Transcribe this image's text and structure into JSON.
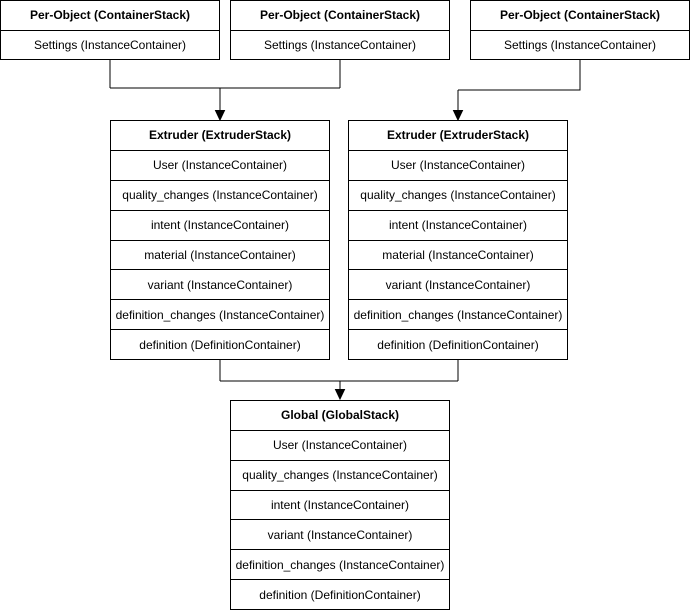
{
  "colors": {
    "background": "#ffffff",
    "box_border": "#000000",
    "connector_line": "#000000",
    "text": "#000000"
  },
  "nodes": [
    {
      "id": "per-object-1",
      "title": "Per-Object (ContainerStack)",
      "rows": [
        "Settings (InstanceContainer)"
      ]
    },
    {
      "id": "per-object-2",
      "title": "Per-Object (ContainerStack)",
      "rows": [
        "Settings (InstanceContainer)"
      ]
    },
    {
      "id": "per-object-3",
      "title": "Per-Object (ContainerStack)",
      "rows": [
        "Settings (InstanceContainer)"
      ]
    },
    {
      "id": "extruder-1",
      "title": "Extruder (ExtruderStack)",
      "rows": [
        "User (InstanceContainer)",
        "quality_changes (InstanceContainer)",
        "intent (InstanceContainer)",
        "material (InstanceContainer)",
        "variant (InstanceContainer)",
        "definition_changes (InstanceContainer)",
        "definition (DefinitionContainer)"
      ]
    },
    {
      "id": "extruder-2",
      "title": "Extruder (ExtruderStack)",
      "rows": [
        "User (InstanceContainer)",
        "quality_changes (InstanceContainer)",
        "intent (InstanceContainer)",
        "material (InstanceContainer)",
        "variant (InstanceContainer)",
        "definition_changes (InstanceContainer)",
        "definition (DefinitionContainer)"
      ]
    },
    {
      "id": "global",
      "title": "Global (GlobalStack)",
      "rows": [
        "User (InstanceContainer)",
        "quality_changes (InstanceContainer)",
        "intent (InstanceContainer)",
        "variant (InstanceContainer)",
        "definition_changes (InstanceContainer)",
        "definition (DefinitionContainer)"
      ]
    }
  ],
  "edges": [
    {
      "from": "per-object-1",
      "to": "extruder-1"
    },
    {
      "from": "per-object-2",
      "to": "extruder-1"
    },
    {
      "from": "per-object-3",
      "to": "extruder-2"
    },
    {
      "from": "extruder-1",
      "to": "global"
    },
    {
      "from": "extruder-2",
      "to": "global"
    }
  ]
}
